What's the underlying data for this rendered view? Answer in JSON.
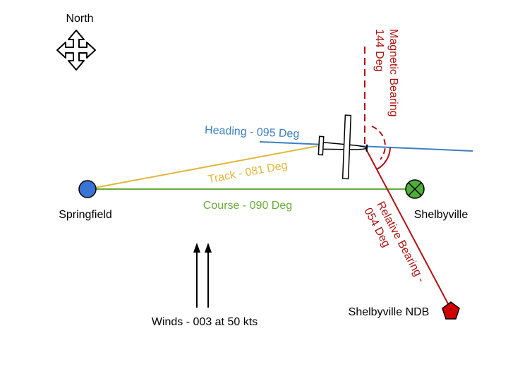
{
  "compass": {
    "label": "North",
    "icon": "four-way-arrow-icon"
  },
  "airports": {
    "origin": {
      "name": "Springfield",
      "color": "#3a73d6"
    },
    "destination": {
      "name": "Shelbyville",
      "color": "#4caf3a"
    }
  },
  "ndb": {
    "name": "Shelbyville NDB",
    "color": "#d00000"
  },
  "lines": {
    "heading": {
      "label": "Heading - 095 Deg",
      "color": "#3d7fc4"
    },
    "track": {
      "label": "Track - 081 Deg",
      "color": "#e0b83a"
    },
    "course": {
      "label": "Course - 090 Deg",
      "color": "#6aaa3a"
    },
    "magnetic_bearing": {
      "label_line1": "Magnetic Bearing",
      "label_line2": "144 Deg",
      "color": "#b01010"
    },
    "relative_bearing": {
      "label_line1": "Relative Bearing -",
      "label_line2": "054 Deg",
      "color": "#b01010"
    }
  },
  "winds": {
    "label": "Winds - 003 at 50 kts"
  },
  "aircraft": {
    "icon": "airplane-icon"
  }
}
